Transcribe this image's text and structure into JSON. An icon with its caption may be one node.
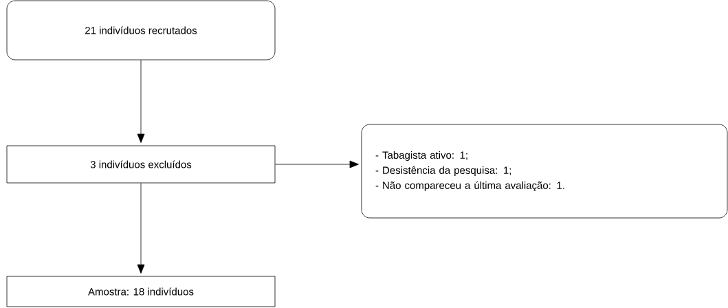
{
  "diagram": {
    "nodes": [
      {
        "text": [
          "21 indivíduos recrutados"
        ]
      },
      {
        "text": [
          "3 indivíduos excluídos"
        ]
      },
      {
        "text": [
          "- Tabagista ativo: 1;",
          "- Desistência da pesquisa: 1;",
          "- Não compareceu a última avaliação: 1."
        ]
      },
      {
        "text": [
          "Amostra: 18 indivíduos"
        ]
      }
    ],
    "edges": [
      {
        "from": 0,
        "to": 1,
        "arrow": "to"
      },
      {
        "from": 1,
        "to": 2,
        "arrow": "to"
      },
      {
        "from": 1,
        "to": 3,
        "arrow": "to"
      }
    ]
  }
}
